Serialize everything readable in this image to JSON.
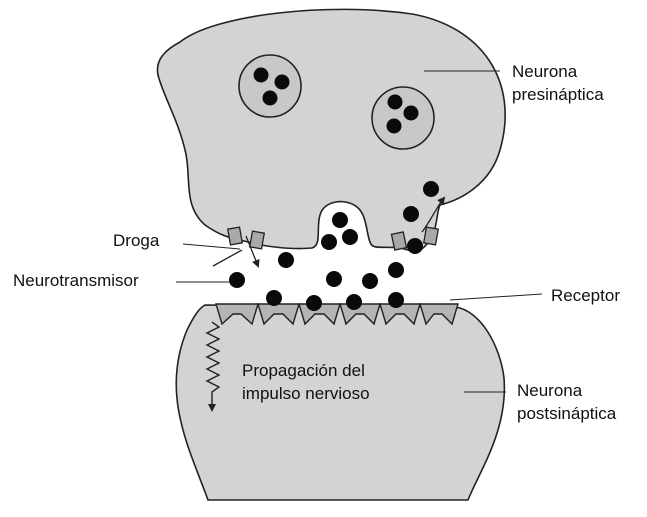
{
  "colors": {
    "cell_fill": "#d3d3d3",
    "outline": "#222222",
    "vesicle_fill": "#c8c8c8",
    "neurotransmitter": "#0a0a0a",
    "drug_block": "#a9a9a9",
    "background": "#ffffff"
  },
  "labels": {
    "presynaptic_line1": "Neurona",
    "presynaptic_line2": "presináptica",
    "drug": "Droga",
    "neurotransmitter": "Neurotransmisor",
    "receptor": "Receptor",
    "propagation_line1": "Propagación del",
    "propagation_line2": "impulso nervioso",
    "postsynaptic_line1": "Neurona",
    "postsynaptic_line2": "postsináptica"
  }
}
